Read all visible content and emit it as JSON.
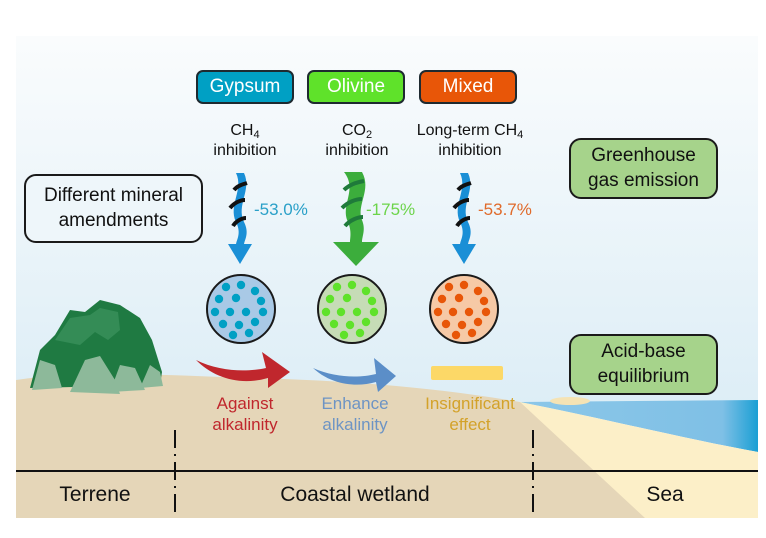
{
  "colors": {
    "gypsum": "#00a0c4",
    "olivine": "#5fe22a",
    "mixed": "#e85608",
    "against": "#c0272d",
    "enhance": "#5b8ec8",
    "insignificant": "#d9a520",
    "box_green": "#a6d38b"
  },
  "amendments": [
    {
      "name": "Gypsum",
      "gas": "CH",
      "gas_sub": "4",
      "gas_prefix": "",
      "inhibition_word": "inhibition",
      "change": "-53.0%",
      "effect_line1": "Against",
      "effect_line2": "alkalinity"
    },
    {
      "name": "Olivine",
      "gas": "CO",
      "gas_sub": "2",
      "gas_prefix": "",
      "inhibition_word": "inhibition",
      "change": "-175%",
      "effect_line1": "Enhance",
      "effect_line2": "alkalinity"
    },
    {
      "name": "Mixed",
      "gas": "CH",
      "gas_sub": "4",
      "gas_prefix": "Long-term ",
      "inhibition_word": "inhibition",
      "change": "-53.7%",
      "effect_line1": "Insignificant",
      "effect_line2": "effect"
    }
  ],
  "left_box": {
    "line1": "Different mineral",
    "line2": "amendments"
  },
  "right_boxes": [
    {
      "line1": "Greenhouse",
      "line2": "gas emission"
    },
    {
      "line1": "Acid-base",
      "line2": "equilibrium"
    }
  ],
  "zones": [
    "Terrene",
    "Coastal wetland",
    "Sea"
  ]
}
